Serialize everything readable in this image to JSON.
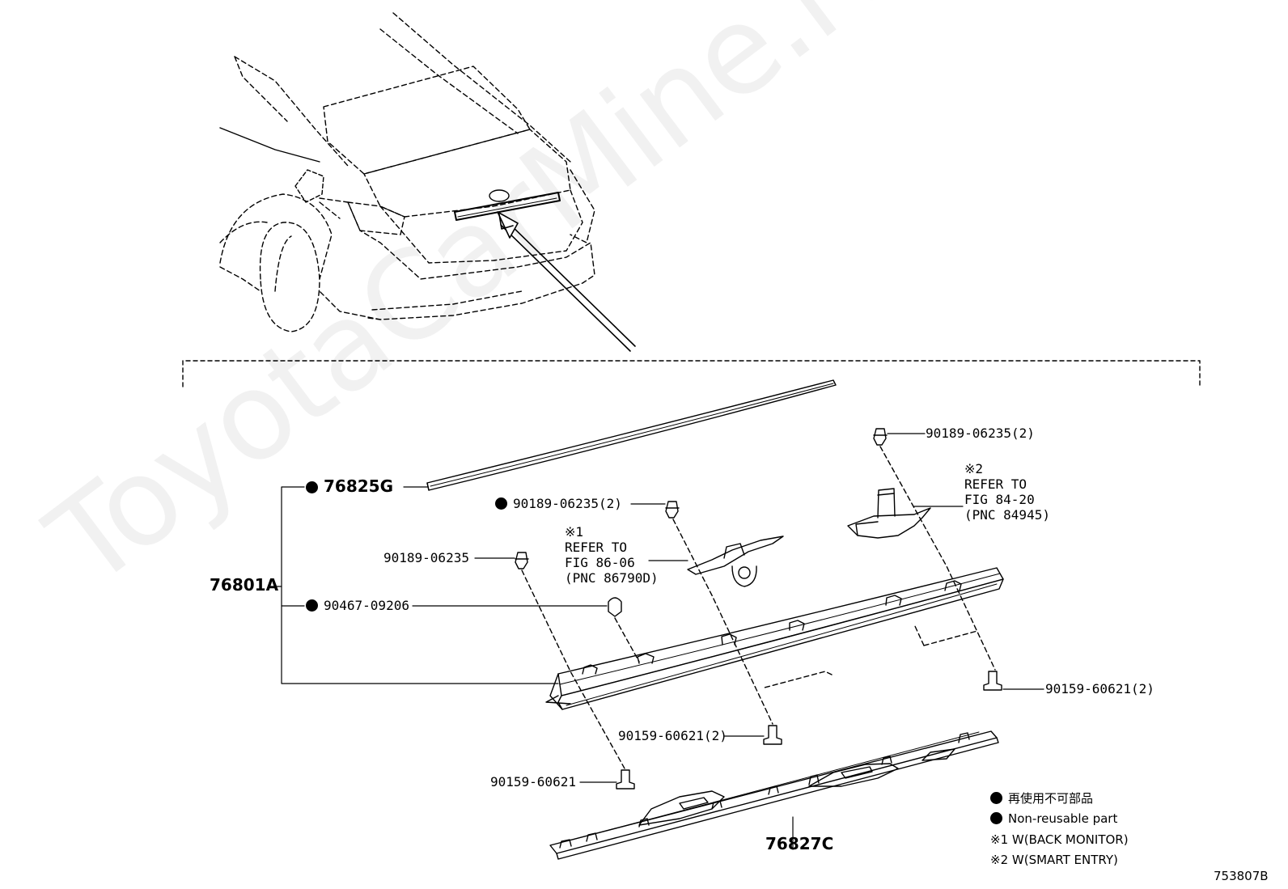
{
  "watermark": "ToyotaCarMine.ru",
  "figure_code": "753807B",
  "parts": {
    "p76825G": "76825G",
    "p76801A": "76801A",
    "p90467": "90467-09206",
    "p90189_single": "90189-06235",
    "p90189_center": "90189-06235(2)",
    "p90189_right": "90189-06235(2)",
    "p90159_right": "90159-60621(2)",
    "p90159_mid": "90159-60621(2)",
    "p90159_single": "90159-60621",
    "p76827C": "76827C"
  },
  "notes": {
    "note1": "※1\nREFER TO\nFIG 86-06\n(PNC 86790D)",
    "note2": "※2\nREFER TO\nFIG 84-20\n(PNC 84945)"
  },
  "legend": {
    "jp": "再使用不可部品",
    "en": "Non-reusable part",
    "mark1": "※1 W(BACK MONITOR)",
    "mark2": "※2 W(SMART ENTRY)"
  }
}
